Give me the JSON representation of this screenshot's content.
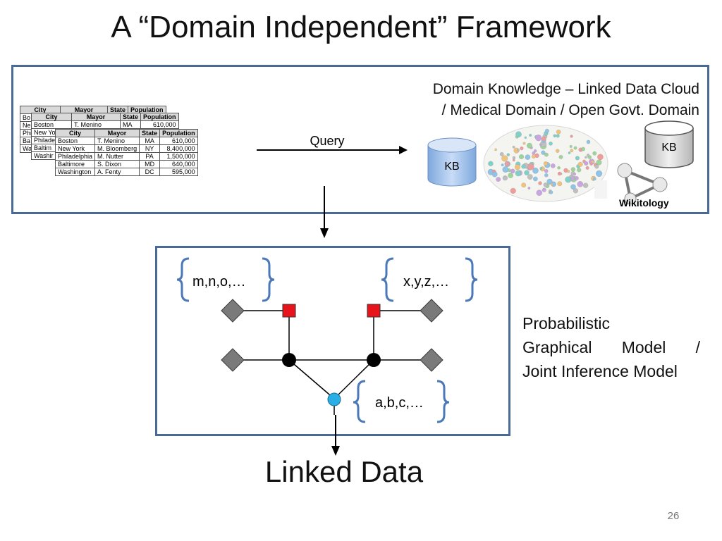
{
  "title": "A “Domain Independent” Framework",
  "domain_knowledge": {
    "line1": "Domain Knowledge – Linked Data Cloud",
    "line2": "/ Medical Domain / Open Govt. Domain"
  },
  "query_label": "Query",
  "kb_labels": [
    "KB",
    "KB"
  ],
  "wikitology_label": "Wikitology",
  "tables": {
    "back_headers": [
      "City",
      "Mayor",
      "State",
      "Population"
    ],
    "back_city_fragments": [
      "Bo",
      "Ne",
      "Phi",
      "Ba",
      "Wa"
    ],
    "middle_headers": [
      "City",
      "Mayor",
      "State",
      "Population"
    ],
    "middle_first_row": [
      "Boston",
      "T. Menino",
      "MA",
      "610,000"
    ],
    "middle_city_fragments": [
      "New Yo",
      "Philade",
      "Baltim",
      "Washir"
    ],
    "front_headers": [
      "City",
      "Mayor",
      "State",
      "Population"
    ],
    "front_rows": [
      [
        "Boston",
        "T. Menino",
        "MA",
        "610,000"
      ],
      [
        "New York",
        "M. Bloomberg",
        "NY",
        "8,400,000"
      ],
      [
        "Philadelphia",
        "M. Nutter",
        "PA",
        "1,500,000"
      ],
      [
        "Baltimore",
        "S. Dixon",
        "MD",
        "640,000"
      ],
      [
        "Washington",
        "A. Fenty",
        "DC",
        "595,000"
      ]
    ]
  },
  "sets": {
    "left": "m,n,o,…",
    "right": "x,y,z,…",
    "bottom": "a,b,c,…"
  },
  "model_description": [
    "Probabilistic",
    "Graphical Model /",
    "Joint Inference Model"
  ],
  "output_label": "Linked Data",
  "page_number": "26",
  "colors": {
    "box_border": "#4a6a96",
    "factor_red": "#e8141b",
    "observed_gray": "#7a7a7a",
    "latent_black": "#000000",
    "output_blue": "#29aee6",
    "brace_blue": "#4a78b8",
    "kb_blue": "#9cc0ec",
    "kb_gray": "#c8c8c8"
  }
}
